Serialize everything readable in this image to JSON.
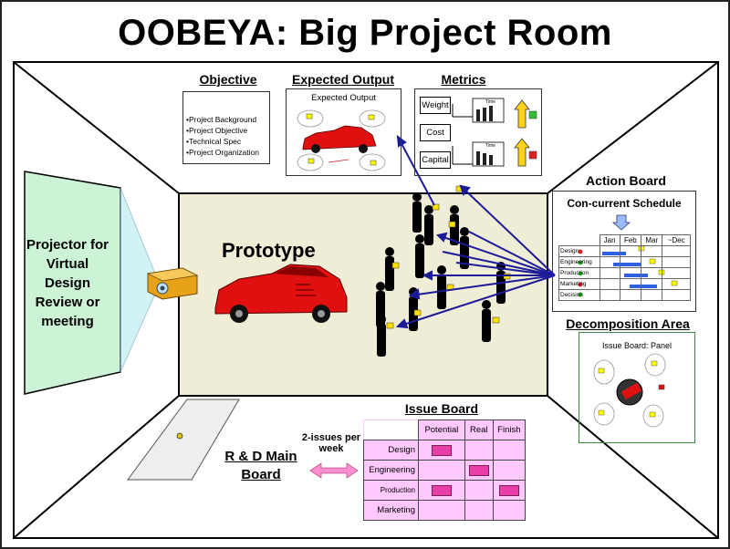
{
  "title": "OOBEYA: Big Project Room",
  "objective": {
    "heading": "Objective",
    "items": [
      "•Project Background",
      "•Project Objective",
      "•Technical Spec",
      "•Project Organization"
    ]
  },
  "expected_output": {
    "heading": "Expected Output",
    "caption": "Expected Output"
  },
  "metrics": {
    "heading": "Metrics",
    "items": [
      "Weight",
      "Cost",
      "Capital"
    ],
    "mini_label": "Time"
  },
  "projector": {
    "label": "Projector for Virtual Design Review or meeting"
  },
  "prototype": {
    "label": "Prototype"
  },
  "action_board": {
    "heading": "Action Board",
    "schedule_title": "Con-current Schedule",
    "months": [
      "Jan",
      "Feb",
      "Mar",
      "~Dec"
    ],
    "rows": [
      "Design",
      "Engineering",
      "Production",
      "Marketing",
      "Decision"
    ]
  },
  "decomposition": {
    "heading": "Decomposition Area",
    "caption": "Issue Board: Panel"
  },
  "issue_board": {
    "heading": "Issue Board",
    "columns": [
      "Potential",
      "Real",
      "Finish"
    ],
    "rows": [
      "Design",
      "Engineering",
      "Production",
      "Marketing"
    ]
  },
  "frequency": {
    "label": "2-issues per week"
  },
  "rd_board": {
    "label": "R & D Main Board"
  },
  "colors": {
    "wall": "#f0edd6",
    "projector_screen": "#ccf3d6",
    "issue_board_fill": "#ffc9ff",
    "arrow": "#1b1b9a",
    "car": "#e01010",
    "sticky": "#e83fa8"
  }
}
